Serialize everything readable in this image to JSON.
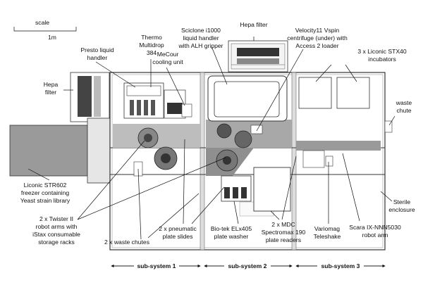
{
  "scale": {
    "label": "scale",
    "value": "1m"
  },
  "labels": {
    "hepa_filter_top": "Hepa filter",
    "sciclone_1": "Sciclone i1000",
    "sciclone_2": "liquid handler",
    "sciclone_3": "with ALH gripper",
    "thermo_1": "Thermo",
    "thermo_2": "Multidrop",
    "thermo_3": "384",
    "presto_1": "Presto liquid",
    "presto_2": "handler",
    "mecour_1": "MeCour",
    "mecour_2": "cooling unit",
    "velocity_1": "Velocity11 Vspin",
    "velocity_2": "centrifuge (under) with",
    "velocity_3": "Access 2 loader",
    "liconic_stx_1": "3 x Liconic STX40",
    "liconic_stx_2": "incubators",
    "hepa_filter_left_1": "Hepa",
    "hepa_filter_left_2": "filter",
    "waste_chute_1": "waste",
    "waste_chute_2": "chute",
    "liconic_str_1": "Liconic STR602",
    "liconic_str_2": "freezer containing",
    "liconic_str_3": "Yeast strain library",
    "twister_1": "2 x Twister II",
    "twister_2": "robot arms with",
    "twister_3": "iStax consumable",
    "twister_4": "storage racks",
    "waste_chutes_1": "2 x waste chutes",
    "pneumatic_1": "2 x pneumatic",
    "pneumatic_2": "plate slides",
    "biotek_1": "Bio-tek ELx405",
    "biotek_2": "plate washer",
    "mdc_1": "2 x MDC",
    "mdc_2": "Spectromax 190",
    "mdc_3": "plate readers",
    "variomag_1": "Variomag",
    "variomag_2": "Teleshake",
    "scara_1": "Scara IX-NNN5030",
    "scara_2": "robot arm",
    "sterile_1": "Sterile",
    "sterile_2": "enclosure"
  },
  "subsystems": [
    "sub-system 1",
    "sub-system 2",
    "sub-system 3"
  ]
}
